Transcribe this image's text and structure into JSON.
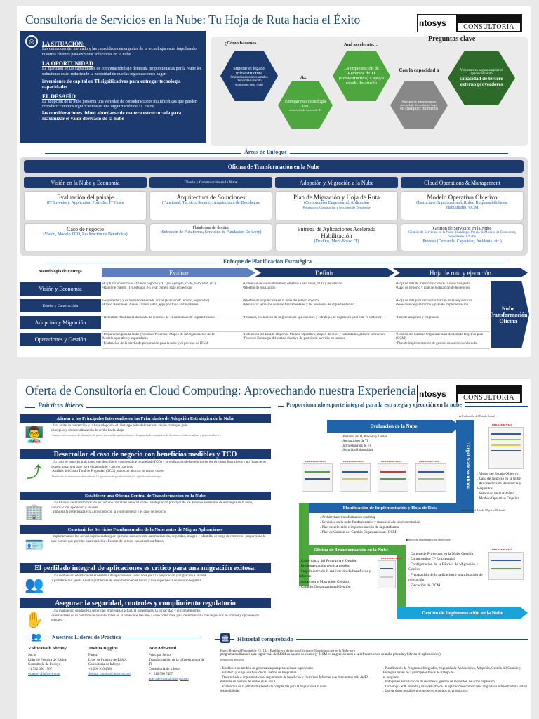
{
  "slide1": {
    "title": "Consultoría de Servicios en la Nube: Tu Hoja de Ruta hacia el Éxito",
    "logo": {
      "left": "ntosys",
      "right": "CONSULTORIA"
    },
    "situation": {
      "h1": "LA SITUACIÓN:",
      "p1": "Las demandas del mercado y las capacidades emergentes de la tecnología están impulsando nuestros clientes para explorar soluciones en la nube",
      "h2": "LA OPORTUNIDAD",
      "p2": "La aparición de las capacidades de computación bajo demanda proporcionadas por la Nube les soluciones están reduciendo la necesidad de que las organizaciones hagan",
      "p2b": "inversiones de capital en TI significativas para entregar tecnología capacidades",
      "h3": "EL DESAFÍO",
      "p3": "La adopción de la nube presenta una variedad de consideraciones multifacéticas que pueden introducir cambios significativos en una organización de TI. Estos",
      "p3b": "las consideraciones deben abordarse de manera estructurada para maximizar el valor derivado de la nube"
    },
    "questions": {
      "how": "¿Cómo hacemos..",
      "accel": "And accelerate…",
      "capacity": "Con la capacidad a ..",
      "title": "Preguntas clave",
      "a_dots": "A..",
      "hex1": "Superar el legado infraestructura",
      "hex1b": "limitaciones empresariales demandas usando",
      "hex1c": "Soluciones en la Nube",
      "hex2": "Entregar más tecnología con",
      "hex2b": "reducción de costes de TI",
      "hex3": "La orquestación de Recursos de TI (infraestructura) a apoyo rápido desarrollo",
      "hex4": "Entregar de manera segura",
      "hex4b": "necesidade de cualquier lugar",
      "hex4c": "en cualquier momento",
      "hex5": "Y de manera segura ampliar el apalancamiento",
      "hex5b": "capacidad de tercero externo proveedores"
    },
    "areas": {
      "label": "Áreas de Enfoque",
      "office": "Oficina de Transformación en la Nube",
      "cols": [
        {
          "head": "Visión en la Nube y Economía",
          "b1t": "Evaluación del paisaje",
          "b1s": "(IT Inventory, Application Portfolio, IT Costs",
          "b2t": "Caso de negocio",
          "b2s": "(Visión, Modelo TCO, Realización de Beneficios)"
        },
        {
          "head": "Diseño y Construcción en la Nube",
          "b1t": "Arquitectura de Soluciones",
          "b1s": "(Funcional, Técnico, Security, Arquitectura de Despliegue",
          "b2t": "Plataforma de destino",
          "b2s": "(Selección de Plataforma, Servicios de Fundación Delivery)"
        },
        {
          "head": "Adopción y Migración a la Nube",
          "b1t": "Plan de Migración y Hoja de Ruta",
          "b1s": "(Compromiso Empresarial, Aplicación",
          "b1s2": "Preparación, Contratación y Secciones de Despliegue",
          "b2t": "Entrega de Aplicaciones Acelerada",
          "b2m": "Habilitación",
          "b2s": "(DevOps, Multi-Speed IT)"
        },
        {
          "head": "Cloud Operations & Management",
          "b1t": "Modelo Operativo Objetivo",
          "b1s": "(Estructura Organizacional, Roles, Responsabilidades,",
          "b1s2": "Habilidades, OCM",
          "b2t": "Gestión de Servicios en la Nube",
          "b2s": "Gestión de Servicios en la Nube. (Catálogo, Precio & Modelo de Consumo), Soporte en la Nube",
          "b2s2": "Proceso (Demanda, Capacidad, Incidente, etc.)"
        }
      ]
    },
    "planning": {
      "label": "Enfoque de Planificación Estratégica",
      "method": "Metodología de Entrega",
      "evaluar": "Evaluar",
      "definir": "Definir",
      "hoja": "Hoja de ruta y ejecución",
      "rows": [
        "Visión y Economía",
        "Diseño y Construcción",
        "Adopción y Migración",
        "Operaciones y Gestión"
      ],
      "end": "Nube Transformación Oficina",
      "cells": [
        [
          "•Capturar imperativos clave de negocio y TI (por ejemplo, costo, velocidad, etc.)",
          "•Baseline current IT Costs and 3-5 year current state projections",
          "•Consenso de visión del estado objetivo a alto nivel, TCO y beneficios",
          "•Modelo de realización",
          "•Hoja de ruta de transformación de la nube integrada",
          "•Caso de negocio y plan de realización de beneficios"
        ],
        [
          "•Arquitectura y estándares del estado actual (Funcional/Técnico, Seguridad)",
          "•Cloud Readiness: Assess current infra, apps portfolio and readiness",
          "•Modelo de arquitectura en la nube del estado objetivo",
          "•Identificar servicios de nube fundamentales y las tensiones de implementación",
          "•Hoja de ruta para la transformación de la arquitectura",
          "•Selección de plataforma y plan de implementación"
        ],
        [
          "•Demanda: Analizar la demanda de recursos de TI como base de la planificación",
          "•Priorizar, evaluación de migración de aplicaciones y estrategia de migración (Así está vs Refactor)",
          "•Plan de adopción y migración"
        ],
        [
          "•Preparación para la Nube (Personas/Procesos) Mapeo de la Organización de TI",
          "Modelo operativo y capacidades",
          "•Evaluación de la brecha de preparación para la nube y el proceso de ITSM",
          "•Definición del Estado Objetivo, Modelo Operativo, mapeo de roles y habilidades, plan de ubicación",
          "•Proceso: Estrategia del estado objetivo de gestión de servicio en la nube",
          "•Gestión del Cambio Organizacional del Estado Objetivo plan (OCM)",
          "•Plan de implementación de gestión de servicio en la nube"
        ]
      ]
    }
  },
  "slide2": {
    "title": "Oferta de Consultoría en Cloud Computing: Aprovechando nuestra Experiencia",
    "logo": {
      "left": "ntosys",
      "right": "CONSULTORIA"
    },
    "practices_label": "Prácticas líderes",
    "support_label": "Proporcionando soporte integral para la estrategia y ejecución en la nube",
    "practices": [
      {
        "head": "Alinear a los Principales Interesados en las Prioridades de Adopción Estratégica de la Nube",
        "large": false,
        "dark": true,
        "t1": ". Para evitar la contención y la baja adopción, el liderazgo debe delinear una visión clara que guíe.",
        "t2": "principios y obtener alineación de arriba hacia abajo",
        "t3": ". Asuntos estructurados de alineación de partes interesadas que involucren a los principales tomadores de decisiones, influenciadores y patrocinadores a"
      },
      {
        "head": "Desarrollar el caso de negocio con beneficios medibles y TCO",
        "large": true,
        "dark": true,
        "t1": ". Un caso de negocio anticipado que describe el costo total de propiedad (TCO) y la realización de beneficios en los términos financieros y no financieros proporcionan una base para el patrocinio y apoyo continuo",
        "t2": ". Análisis del Costo Total de Propiedad (TCO) junto con ahorros en costos duros",
        "t3": ". Beneficios no financieros derivados de las ganancias de productividad y la agilidad en la entrega"
      },
      {
        "head": "Establecer una Oficina Central de Transformación en la Nube",
        "large": false,
        "dark": true,
        "t1": ". Una Oficina de Transformación en la Nube central es esencial como la integración principal de los diversos elementos de estrategia en la nube, planificación, ejecución y soporte",
        "t2": ". Impulsar la gobernanza y la alineación con la visión general y el caso de negocio",
        "t3": ""
      },
      {
        "head": "Construir los Servicios Fundamentales de la Nube antes de Migrar Aplicaciones",
        "large": false,
        "dark": true,
        "t1": ". Implementando los servicios principales (por ejemplo, autoservicio, automatización, seguridad, imagen y plantilla, el cargo de retroceso) proporciona la base común que permite una transición eficiente de la nube capacidades a futuro",
        "t2": "",
        "t3": ""
      },
      {
        "head": "El perfilado integral de aplicaciones es crítico para una migración exitosa.",
        "large": true,
        "dark": true,
        "t1": ". Una evaluación detallada del ecosistema de aplicaciones como base para la preparación y migración a la nube",
        "t2": "la planificación ayuda a evitar problemas de rendimiento en el futuro y una experiencia de usuario negativa",
        "t3": ""
      },
      {
        "head": "Asegurar la seguridad, controles y cumplimiento regulatorio",
        "large": true,
        "dark": true,
        "t1": ". Una evaluación sólida de la seguridad empresarial actual, la gobernanza, la privacidad y el cumplimiento.",
        "t2": "los estándares en el contexto de las soluciones en la nube debe llevarse a cabo como base para determinar su más requisitos de control y opciones de solución",
        "t3": ""
      }
    ],
    "journey": {
      "eval": "Evaluación de la Nube",
      "eval_items": [
        ". Personal de TI, Proceso y Costos",
        ". Aplicaciones de TI",
        ". Infraestructura de TI",
        ". Seguridad Informática"
      ],
      "target": "Target State Solutions",
      "target_items": [
        ". Visión del Estado Objetivo",
        ". Caso de Negocio en la Nube",
        ". Arquitectura de Referencia y Requisitos",
        ". Selección de Plataforma",
        ". Modelo Operativo Objetivo"
      ],
      "plan": "Planificación de Implementación y Hoja de Ruta",
      "plan_items": [
        ". Architecture transformation roadmap",
        ". Servicios en la nube fundamentales y transición de implementación",
        ". Plan de selección e implementación de la plataforma",
        ". Plan de Gestión del Cambio Organizacional (OCM)"
      ],
      "office": "Oficina de Transformación en la Nube",
      "office_items": [
        ". Gobernanza del Programa y Gestión",
        ". Implementación técnica gestión",
        ". Seguimiento de la realización de beneficios y Informe",
        ". Adopción y Migración Gestión",
        ". Cambio Organizacional Gestión"
      ],
      "impl": "Gestión de Implementación en la Nube",
      "impl_items": [
        ". Cartera de Proyectos en la Nube Gestión",
        ". Compromiso IT-Empresarial",
        ". Configuración de la Fábrica de Migración y Gestión",
        ". Preparación de la aplicación y planificación de migración",
        ". Ejecución de OCM"
      ],
      "tag1": "Evaluación del Estado Actual",
      "tag2": "Visión del Estado Objetivo Definido",
      "tag3": "Inicio de Implementación en la Nube",
      "thumb": "HERRAMIENTAS"
    },
    "leaders_label": "Nuestros Líderes de Práctica",
    "leaders": [
      {
        "name": "Vishwanath Shenoy",
        "role": "Socio",
        "l1": "Líder de Práctica de ES&A",
        "l2": "Consultoría de Infosys",
        "l3": "+1 732 666 1567",
        "l4": "vshenoy@infosys.com"
      },
      {
        "name": "Joshua Biggins",
        "role": "Pareja",
        "l1": "Líder de Práctica de ES&A",
        "l2": "Consultoría de Infosys",
        "l3": "+1 206 910 4386",
        "l4": "Joshua_biggins@infosys.com"
      },
      {
        "name": "Ade Adewumi",
        "role": "Principal Senior",
        "l1": "Transformación de la Infraestructura de TI",
        "l2": "Consultoría de Infosys",
        "l3": "+1 510 990 7457",
        "l4": "ade_adewumi@infosys.com"
      }
    ],
    "history_label": "Historial comprobado",
    "history": {
      "intro": "Banco Regional Principal de EE. UU.: Establecer y dirigir una Oficina de Transformación en la Nube para",
      "intro2": "programa multianual para lograr más de $40M en ahorro de costos (y $10M en migración neta a la infraestructura de nube privada y híbrida de aplicaciones)",
      "intro3": "reducción de tarifa",
      "left": [
        ". Establecer un modelo de gobernanza para proporcionar supervisión",
        ". Establecí y dirigí una función de Gestión de Programas",
        ". Desarrollado e implementado el seguimiento de beneficios y financiero Informes que demuestran más de $3 millones en ahorros de costos en el año 1",
        ". Evaluación de la plataforma heredada completada para la migración a la nube",
        "disponibilidad"
      ],
      "right": [
        ". Planificación de Programas Integrados, Migración de Aplicaciones, Adopción, Gestión del Cambio y Entrega a través de 5 principales flujos de trabajo de",
        "el programa",
        ". Enfoque en la realización de resultados, gestión de requisitos, solución expansión",
        ". Tecnología SOL retirada y más del 50% de las aplicaciones comerciales migradas a infraestructura virtual",
        ". Uso de datos sensibles protegidos en entornos no productivos"
      ]
    }
  }
}
